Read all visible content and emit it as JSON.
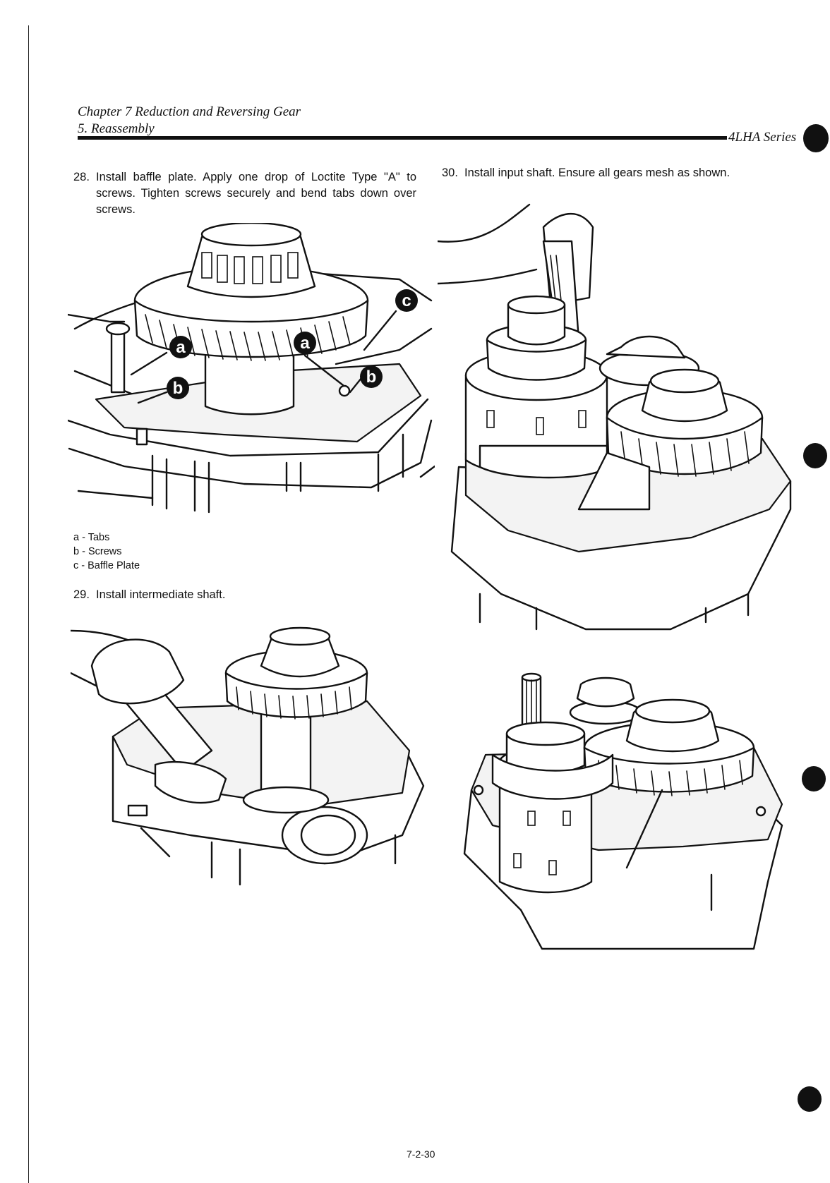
{
  "header": {
    "chapter": "Chapter 7 Reduction and Reversing Gear",
    "section": "5. Reassembly",
    "series": "4LHA Series"
  },
  "steps": [
    {
      "number": "28.",
      "text": "Install baffle plate. Apply one drop of Loctite Type \"A\" to screws. Tighten screws securely and bend tabs down over screws."
    },
    {
      "number": "29.",
      "text": "Install intermediate shaft."
    },
    {
      "number": "30.",
      "text": "Install input shaft. Ensure all gears mesh as shown."
    }
  ],
  "legend": [
    "a - Tabs",
    "b - Screws",
    "c - Baffle Plate"
  ],
  "callouts": {
    "a": "a",
    "b": "b",
    "c": "c"
  },
  "icons": {
    "figure_1": "baffle-plate-installation-drawing",
    "figure_2": "intermediate-shaft-installation-drawing",
    "figure_3": "input-shaft-installation-drawing",
    "figure_4": "assembled-gears-drawing"
  },
  "footer": {
    "page_number": "7-2-30"
  }
}
